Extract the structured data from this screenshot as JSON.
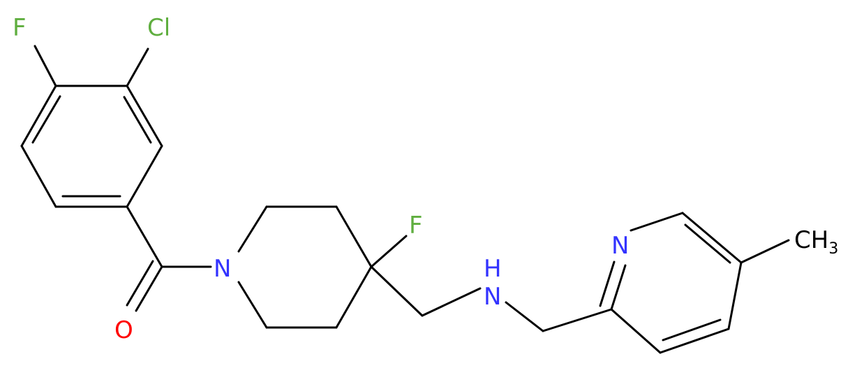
{
  "diagram": {
    "type": "chemical-structure",
    "atom_labels": {
      "cl": "Cl",
      "f_aryl": "F",
      "f_piperidine": "F",
      "o": "O",
      "n_piperidine": "N",
      "nh": "H",
      "n_amine": "N",
      "n_pyridine": "N",
      "ch3_c": "CH",
      "ch3_sub": "3"
    },
    "colors": {
      "bond": "#000000",
      "nitrogen": "#3333ff",
      "oxygen": "#ff0000",
      "halogen": "#5fae3f"
    }
  }
}
